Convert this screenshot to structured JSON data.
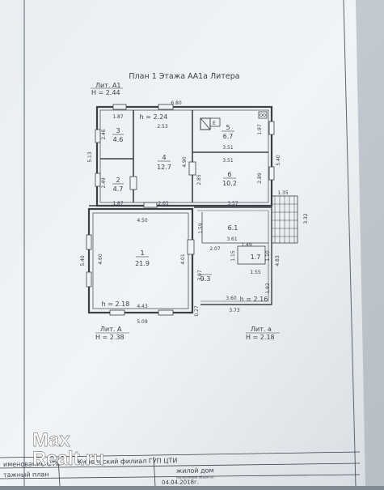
{
  "plan": {
    "title": "План 1 Этажа АА1а Литера"
  },
  "litera_a1": {
    "label": "Лит. А1",
    "height": "Н = 2.44"
  },
  "litera_A": {
    "label": "Лит. А",
    "height": "Н = 2.38"
  },
  "litera_a": {
    "label": "Лит. а",
    "height": "Н = 2.18"
  },
  "rooms": [
    {
      "number": "1",
      "area": "21.9",
      "height": "h = 2.18"
    },
    {
      "number": "2",
      "area": "4.7"
    },
    {
      "number": "3",
      "area": "4.6"
    },
    {
      "number": "4",
      "area": "12.7",
      "height": "h = 2.24"
    },
    {
      "number": "5",
      "area": "6.7"
    },
    {
      "number": "6",
      "area": "10.2"
    },
    {
      "number": "6.1",
      "area": ""
    },
    {
      "number": "",
      "area": "1.7"
    },
    {
      "number": "",
      "area": "9.3"
    }
  ],
  "room8_height": "h = 2.16",
  "dims": {
    "top_total": "6.80",
    "d_187a": "1.87",
    "d_253": "2.53",
    "d_246": "2.46",
    "d_249": "2.49",
    "d_187b": "1.87",
    "d_265": "2.65",
    "d_357": "3.57",
    "d_351a": "3.51",
    "d_351b": "3.51",
    "d_197": "1.97",
    "d_490": "4.90",
    "d_285": "2.85",
    "d_289": "2.89",
    "d_540r": "5.40",
    "d_513": "5.13",
    "d_450": "4.50",
    "d_460": "4.60",
    "d_401": "4.01",
    "d_443": "4.43",
    "d_509": "5.09",
    "d_540l": "5.40",
    "d_159": "1.59",
    "d_207": "2.07",
    "d_361": "3.61",
    "d_149": "1.49",
    "d_115": "1.15",
    "d_110": "1.10",
    "d_155": "1.55",
    "d_307": "3.07",
    "d_360": "3.60",
    "d_373": "3.73",
    "d_192": "1.92",
    "d_483": "4.83",
    "d_135": "1.35",
    "d_332": "3.32",
    "d_027": "0.27"
  },
  "stamp": {
    "row1_left": "именование ОТИ",
    "row1_right": "Кинельский филиал ГУП ЦТИ",
    "row2_left": "тажный план",
    "row2_right": "жилой дом",
    "row2_sub": "(назначение объекта)",
    "date": "04.04.2018г."
  },
  "watermark": {
    "line1": "Max",
    "line2": "Realt.ru"
  }
}
